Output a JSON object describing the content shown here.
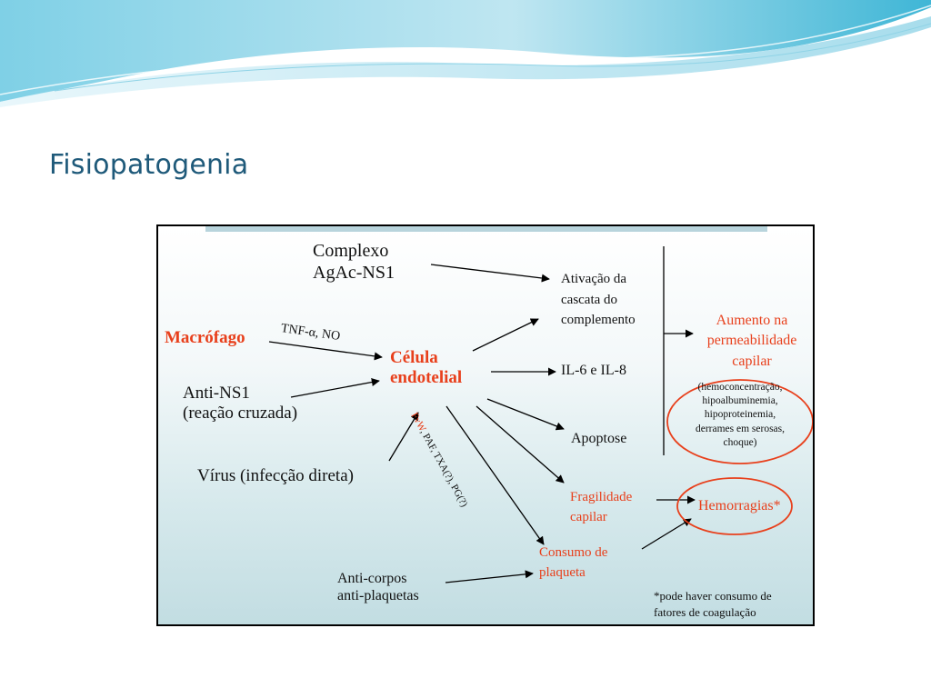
{
  "slide": {
    "title": "Fisiopatogenia",
    "theme_colors": {
      "title": "#1f5a7a",
      "wave_dark": "#3fb6d6",
      "wave_light": "#bfe6f1"
    }
  },
  "diagram": {
    "colors": {
      "text": "#111111",
      "highlight": "#e8401c",
      "frame": "#000000"
    },
    "nodes": {
      "complexo": [
        "Complexo",
        "AgAc-NS1"
      ],
      "macrofago": "Macrófago",
      "tnf": "TNF-α, NO",
      "anti_ns1": [
        "Anti-NS1",
        "(reação cruzada)"
      ],
      "virus": "Vírus (infecção direta)",
      "celula": [
        "Célula",
        "endotelial"
      ],
      "rotated_label": {
        "prefix": "FvW",
        "rest": ", PAF, TXA(?), PG(?)"
      },
      "ativacao": [
        "Ativação da",
        "cascata do",
        "complemento"
      ],
      "il6": "IL-6 e IL-8",
      "apoptose": "Apoptose",
      "fragilidade": [
        "Fragilidade",
        "capilar"
      ],
      "consumo": [
        "Consumo de",
        "plaqueta"
      ],
      "anticorpos": [
        "Anti-corpos",
        "anti-plaquetas"
      ],
      "aumento": [
        "Aumento na",
        "permeabilidade",
        "capilar"
      ],
      "detalhes": [
        "(hemoconcentração,",
        "hipoalbuminemia,",
        "hipoproteinemia,",
        "derrames em serosas,",
        "choque)"
      ],
      "hemorragias": "Hemorragias*",
      "nota": [
        "*pode haver consumo de",
        "fatores de coagulação"
      ]
    }
  }
}
